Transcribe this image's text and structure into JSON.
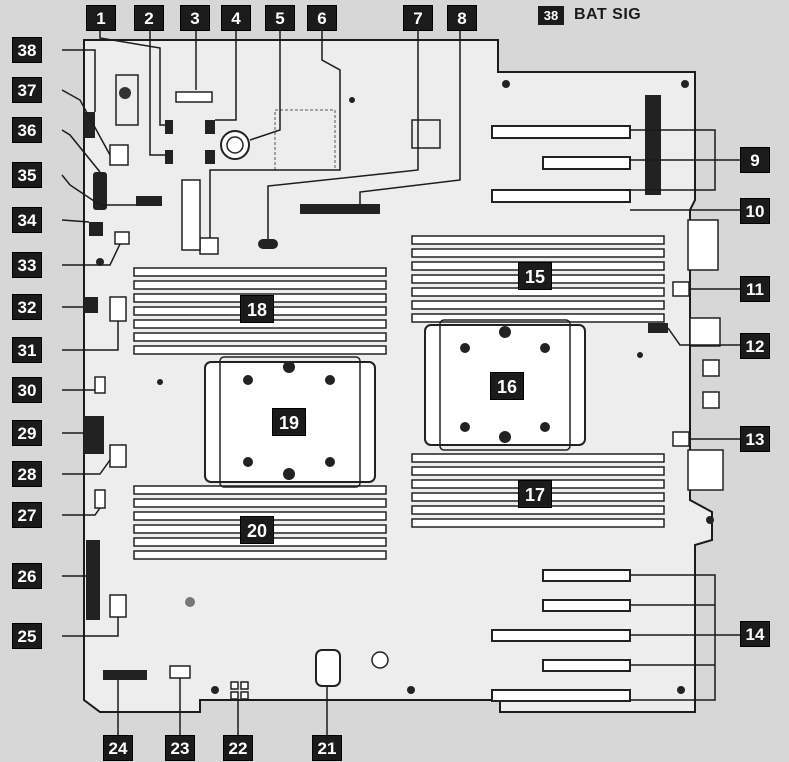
{
  "legend": {
    "number": "38",
    "label": "BAT SIG"
  },
  "callouts": [
    "1",
    "2",
    "3",
    "4",
    "5",
    "6",
    "7",
    "8",
    "9",
    "10",
    "11",
    "12",
    "13",
    "14",
    "15",
    "16",
    "17",
    "18",
    "19",
    "20",
    "21",
    "22",
    "23",
    "24",
    "25",
    "26",
    "27",
    "28",
    "29",
    "30",
    "31",
    "32",
    "33",
    "34",
    "35",
    "36",
    "37",
    "38"
  ],
  "colors": {
    "background": "#d7d7d7",
    "board": "#ececec",
    "line": "#1b1b1b",
    "callout_bg": "#1b1b1b",
    "callout_text": "#ffffff"
  }
}
